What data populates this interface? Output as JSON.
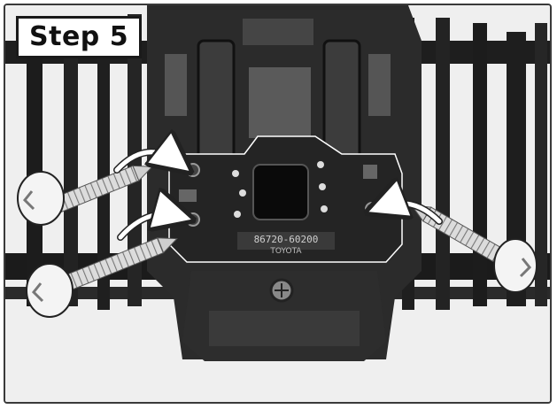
{
  "step": {
    "label": "Step 5"
  },
  "bracket": {
    "part_number": "86720-60200",
    "brand": "TOYOTA"
  },
  "icons": [
    "screw-icon",
    "arrow-icon"
  ],
  "colors": {
    "frame": "#3a3a3a",
    "bracket": "#242424",
    "label_bg": "#ffffff",
    "text": "#111111"
  }
}
